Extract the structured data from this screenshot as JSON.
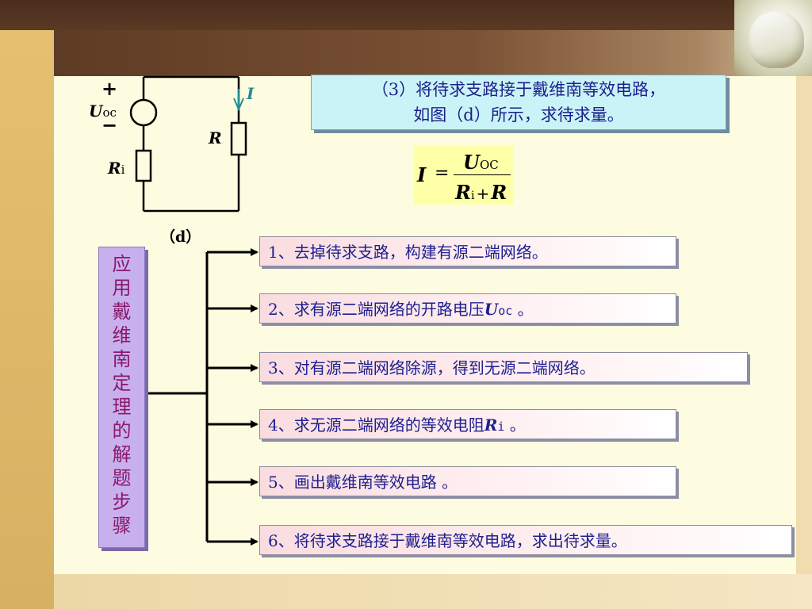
{
  "decor": {
    "background": "#fdfce0",
    "accent": "#5b3a25"
  },
  "circuit": {
    "plus": "+",
    "minus": "−",
    "uoc_main": "U",
    "uoc_sub": "oc",
    "current_label": "I",
    "r_label": "R",
    "ri_main": "R",
    "ri_sub": "i",
    "caption": "（d）"
  },
  "info": {
    "line1": "（3）将待求支路接于戴维南等效电路，",
    "line2": "如图（d）所示，求待求量。"
  },
  "formula": {
    "lhs": "I",
    "eq": "=",
    "num_main": "U",
    "num_sub": "OC",
    "den_main1": "R",
    "den_sub": "i",
    "den_plus": "+",
    "den_main2": "R"
  },
  "vertical_title": [
    "应",
    "用",
    "戴",
    "维",
    "南",
    "定",
    "理",
    "的",
    "解",
    "题",
    "步",
    "骤"
  ],
  "steps": [
    {
      "text": "1、去掉待求支路，构建有源二端网络。"
    },
    {
      "text": "2、求有源二端网络的开路电压",
      "var": "U",
      "sub": "oc",
      "tail": " 。"
    },
    {
      "text": "3、对有源二端网络除源，得到无源二端网络。"
    },
    {
      "text": "4、求无源二端网络的等效电阻",
      "var": "R",
      "sub": "i",
      "tail": " 。"
    },
    {
      "text": "5、画出戴维南等效电路 。"
    },
    {
      "text": "6、将待求支路接于戴维南等效电路，求出待求量。"
    }
  ]
}
